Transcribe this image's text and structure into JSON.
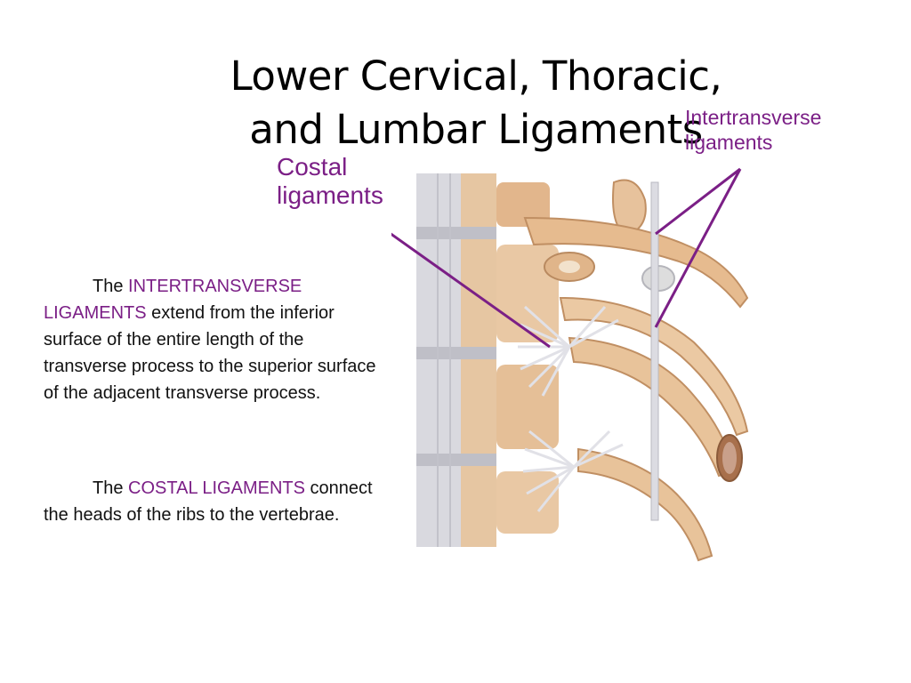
{
  "title": {
    "line1": "Lower Cervical, Thoracic,",
    "line2": "and Lumbar Ligaments"
  },
  "labels": {
    "costal_line1": "Costal",
    "costal_line2": "ligaments",
    "intertransverse_line1": "Intertransverse",
    "intertransverse_line2": "ligaments"
  },
  "paragraphs": {
    "p1": {
      "lead": "The ",
      "highlight": "INTERTRANSVERSE LIGAMENTS",
      "rest": " extend from the inferior surface of the entire length of the transverse process to the superior surface of the adjacent transverse process."
    },
    "p2": {
      "lead": "The ",
      "highlight": "COSTAL LIGAMENTS",
      "rest": " connect the heads of the ribs to the vertebrae."
    }
  },
  "colors": {
    "label_purple": "#7b1f86",
    "bone": "#e8c39a",
    "bone_dark": "#c8946a",
    "disc": "#c9c9cf",
    "ligament": "#e4e4ea"
  },
  "figure": {
    "description_icon": "spine-ligaments-illustration"
  }
}
